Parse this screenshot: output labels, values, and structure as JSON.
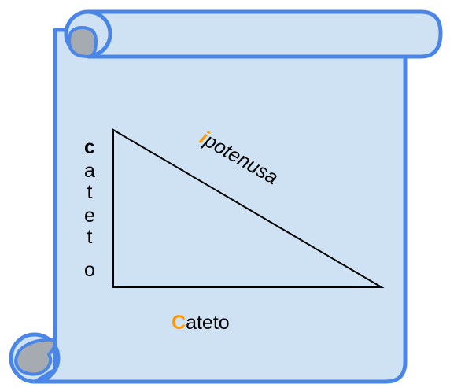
{
  "colors": {
    "scroll_fill": "#cfe2f3",
    "scroll_stroke": "#4a86e8",
    "curl_fill": "#a6aab1",
    "accent": "#ff9900",
    "line": "#000000"
  },
  "labels": {
    "left_cathetus": {
      "first_letter": "c",
      "rest_letters": [
        "a",
        "t",
        "e",
        "t",
        "o"
      ]
    },
    "hypotenuse": {
      "first_letter": "i",
      "rest": "potenusa"
    },
    "bottom_cathetus": {
      "first_letter": "C",
      "rest": "ateto"
    }
  }
}
